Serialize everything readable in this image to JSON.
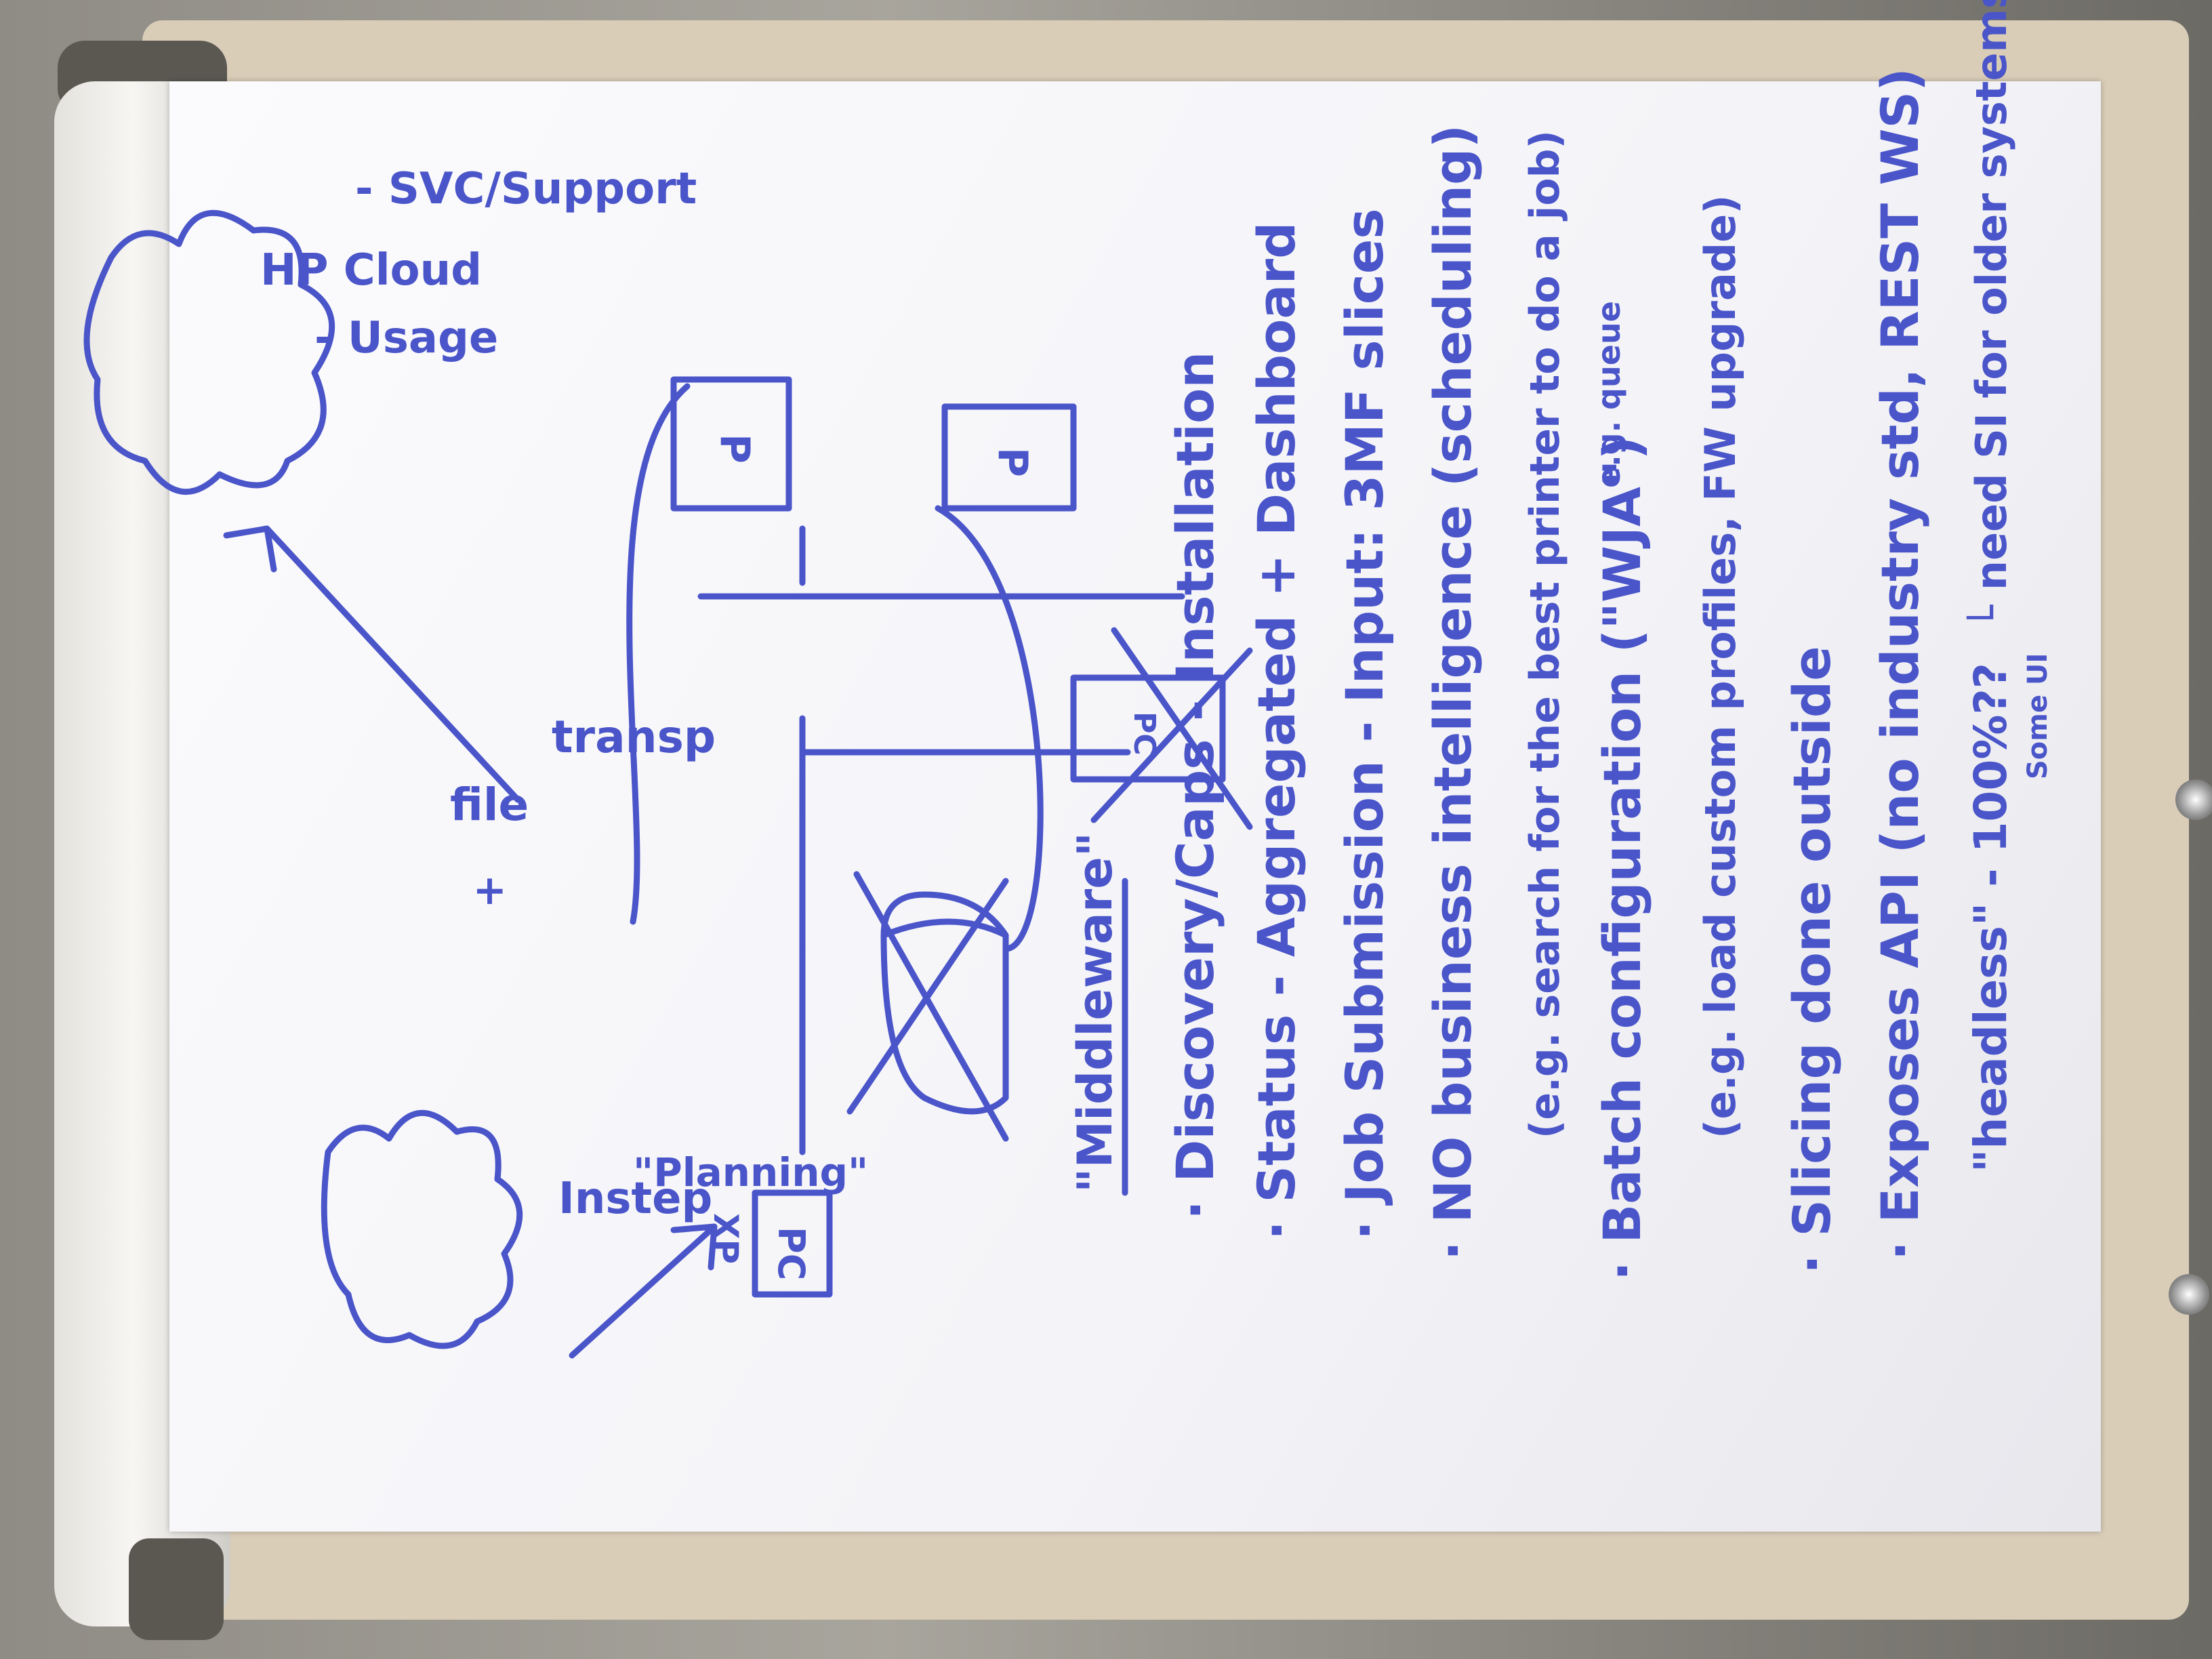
{
  "cloud_left": {
    "label": "Instep"
  },
  "pc": {
    "label": "PC",
    "sub": "XP",
    "caption": "\"Planning\""
  },
  "flow": {
    "line1": "file",
    "line2": "+",
    "line3": "transp"
  },
  "hp_cloud": {
    "title": "HP Cloud",
    "item1": "- Usage",
    "item2": "- SVC/Support"
  },
  "printer_top": {
    "label": "P"
  },
  "printer_bottom": {
    "label": "P"
  },
  "box_mid": {
    "label": "PC"
  },
  "middleware": {
    "title": "\"Middleware\"",
    "lines": [
      "· Discovery/Caps - Installation",
      "· Status - Aggregated + Dashboard",
      "· Job Submission - Input: 3MF slices",
      "· NO business intelligence (scheduling)",
      "(e.g. search for the best printer to do a job)",
      "e.g. queue",
      "· Batch configuration (\"WJA\")",
      "(e.g. load custom profiles, FW upgrade)",
      "· Slicing done outside",
      "· Exposes API (no industry std, REST WS)",
      "\"headless\" - 100%?? ",
      "└ need SI for older systems",
      "Some UI"
    ]
  }
}
